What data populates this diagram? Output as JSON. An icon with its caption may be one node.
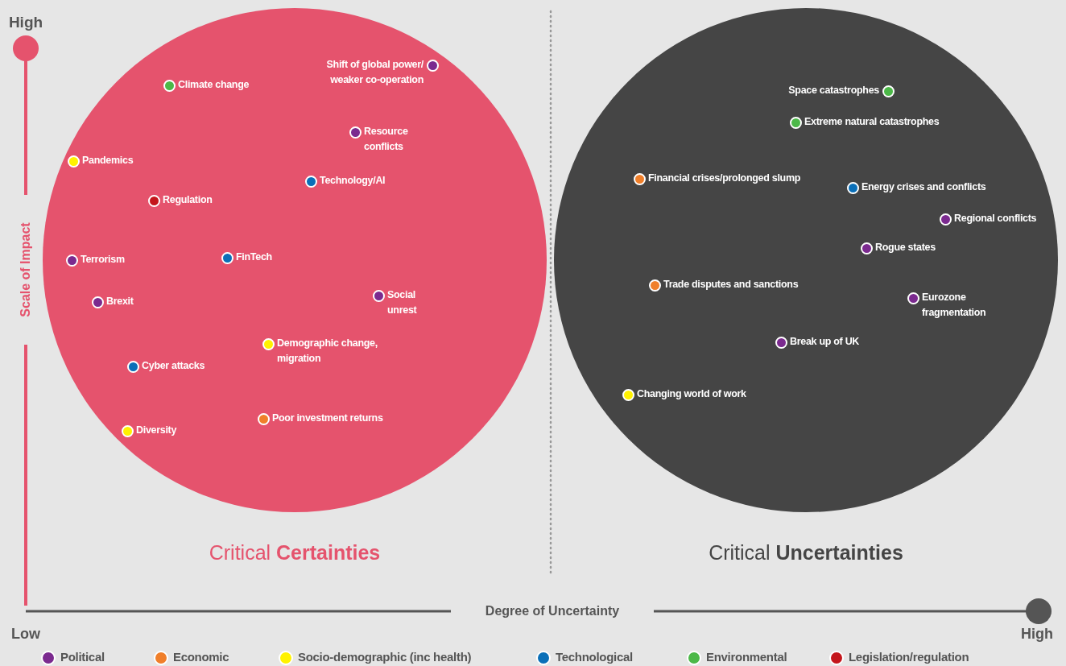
{
  "diagram": {
    "nodes": [
      {
        "text": [
          "Critical **Certainties**"
        ]
      },
      {
        "text": [
          "Shift of global power/ weaker co-operation"
        ],
        "in": 0
      },
      {
        "text": [
          "Climate change"
        ],
        "in": 0
      },
      {
        "text": [
          "Resource conflicts"
        ],
        "in": 0
      },
      {
        "text": [
          "Pandemics"
        ],
        "in": 0
      },
      {
        "text": [
          "Technology/AI"
        ],
        "in": 0
      },
      {
        "text": [
          "Regulation"
        ],
        "in": 0
      },
      {
        "text": [
          "Terrorism"
        ],
        "in": 0
      },
      {
        "text": [
          "FinTech"
        ],
        "in": 0
      },
      {
        "text": [
          "Social unrest"
        ],
        "in": 0
      },
      {
        "text": [
          "Brexit"
        ],
        "in": 0
      },
      {
        "text": [
          "Demographic change, migration"
        ],
        "in": 0
      },
      {
        "text": [
          "Cyber attacks"
        ],
        "in": 0
      },
      {
        "text": [
          "Poor investment returns"
        ],
        "in": 0
      },
      {
        "text": [
          "Diversity"
        ],
        "in": 0
      },
      {
        "text": [
          "Critical **Uncertainties**"
        ]
      },
      {
        "text": [
          "Space catastrophes"
        ],
        "in": 15
      },
      {
        "text": [
          "Extreme natural catastrophes"
        ],
        "in": 15
      },
      {
        "text": [
          "Financial crises/prolonged slump"
        ],
        "in": 15
      },
      {
        "text": [
          "Energy crises and conflicts"
        ],
        "in": 15
      },
      {
        "text": [
          "Regional conflicts"
        ],
        "in": 15
      },
      {
        "text": [
          "Rogue states"
        ],
        "in": 15
      },
      {
        "text": [
          "Trade disputes and sanctions"
        ],
        "in": 15
      },
      {
        "text": [
          "Eurozone fragmentation"
        ],
        "in": 15
      },
      {
        "text": [
          "Break up of UK"
        ],
        "in": 15
      },
      {
        "text": [
          "Changing world of work"
        ],
        "in": 15
      }
    ],
    "labels": [
      "High",
      "Scale of Impact",
      "Degree of Uncertainty",
      "Low",
      "High"
    ],
    "legend": [
      {
        "text": "Political",
        "color": "#7b2a8f"
      },
      {
        "text": "Economic",
        "color": "#f07f2a"
      },
      {
        "text": "Socio-demographic (inc health)",
        "color": "#fff200"
      },
      {
        "text": "Technological",
        "color": "#0a6fb8"
      },
      {
        "text": "Environmental",
        "color": "#4cb848"
      },
      {
        "text": "Legislation/regulation",
        "color": "#c4161c"
      }
    ]
  }
}
